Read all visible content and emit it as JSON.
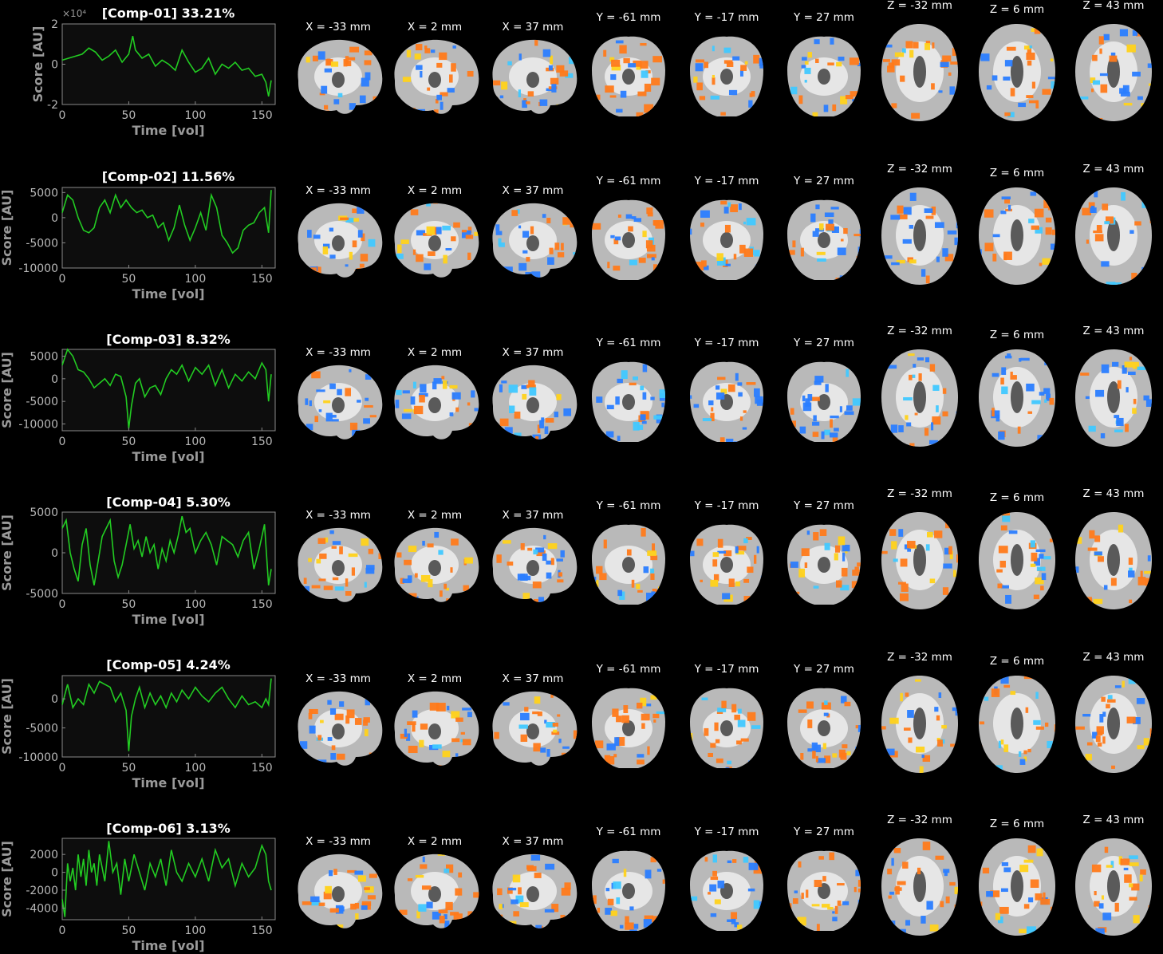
{
  "colors": {
    "background": "#000000",
    "panel": "#0d0d0d",
    "trace": "#22cc22",
    "warm": "#ff7a1a",
    "warm_hot": "#ffd21a",
    "cool": "#2a7dff",
    "cool_hot": "#40c8ff"
  },
  "slice_labels": [
    "X = -33 mm",
    "X = 2 mm",
    "X = 37 mm",
    "Y = -61 mm",
    "Y = -17 mm",
    "Y = 27 mm",
    "Z = -32 mm",
    "Z = 6 mm",
    "Z = 43 mm"
  ],
  "slice_views": [
    "sagittal",
    "sagittal",
    "sagittal",
    "coronal",
    "coronal",
    "coronal",
    "axial",
    "axial",
    "axial"
  ],
  "chart_data": [
    {
      "type": "line",
      "title": "[Comp-01] 33.21%",
      "xlabel": "Time [vol]",
      "ylabel": "Score [AU]",
      "xlim": [
        0,
        160
      ],
      "ylim": [
        -2,
        2
      ],
      "xticks": [
        "0",
        "50",
        "100",
        "150"
      ],
      "yticks": [
        "2",
        "0",
        "-2"
      ],
      "ytick_values": [
        2,
        0,
        -2
      ],
      "y_exponent": "×10⁴",
      "series": [
        {
          "x": [
            0,
            5,
            10,
            15,
            20,
            25,
            30,
            35,
            40,
            45,
            50,
            53,
            55,
            60,
            65,
            70,
            75,
            80,
            85,
            90,
            95,
            100,
            105,
            110,
            115,
            120,
            125,
            130,
            135,
            140,
            145,
            150,
            153,
            155,
            157
          ],
          "values": [
            0.2,
            0.3,
            0.4,
            0.5,
            0.8,
            0.6,
            0.2,
            0.4,
            0.7,
            0.1,
            0.5,
            1.4,
            0.7,
            0.3,
            0.5,
            -0.1,
            0.2,
            0.0,
            -0.3,
            0.7,
            0.1,
            -0.4,
            -0.2,
            0.3,
            -0.5,
            0.0,
            -0.2,
            0.1,
            -0.3,
            -0.2,
            -0.6,
            -0.5,
            -0.9,
            -1.6,
            -0.8
          ]
        }
      ]
    },
    {
      "type": "line",
      "title": "[Comp-02] 11.56%",
      "xlabel": "Time [vol]",
      "ylabel": "Score [AU]",
      "xlim": [
        0,
        160
      ],
      "ylim": [
        -10000,
        6000
      ],
      "xticks": [
        "0",
        "50",
        "100",
        "150"
      ],
      "yticks": [
        "5000",
        "0",
        "-5000",
        "-10000"
      ],
      "ytick_values": [
        5000,
        0,
        -5000,
        -10000
      ],
      "series": [
        {
          "x": [
            0,
            4,
            8,
            12,
            16,
            20,
            24,
            28,
            32,
            36,
            40,
            44,
            48,
            52,
            56,
            60,
            64,
            68,
            72,
            76,
            80,
            84,
            88,
            92,
            96,
            100,
            104,
            108,
            112,
            116,
            120,
            124,
            128,
            132,
            136,
            140,
            144,
            148,
            152,
            155,
            157
          ],
          "values": [
            1000,
            4500,
            3500,
            0,
            -2500,
            -3000,
            -2000,
            2000,
            3500,
            1000,
            4500,
            2000,
            3500,
            2000,
            1000,
            1500,
            0,
            500,
            -2000,
            -1000,
            -4500,
            -2000,
            2500,
            -1500,
            -4500,
            -2000,
            1000,
            -2500,
            4500,
            2000,
            -3500,
            -5000,
            -7000,
            -6000,
            -2500,
            -1500,
            -1000,
            1000,
            2000,
            -3000,
            5500
          ]
        }
      ]
    },
    {
      "type": "line",
      "title": "[Comp-03] 8.32%",
      "xlabel": "Time [vol]",
      "ylabel": "Score [AU]",
      "xlim": [
        0,
        160
      ],
      "ylim": [
        -11500,
        6500
      ],
      "xticks": [
        "0",
        "50",
        "100",
        "150"
      ],
      "yticks": [
        "5000",
        "0",
        "-5000",
        "-10000"
      ],
      "ytick_values": [
        5000,
        0,
        -5000,
        -10000
      ],
      "series": [
        {
          "x": [
            0,
            4,
            8,
            12,
            16,
            20,
            24,
            28,
            32,
            36,
            40,
            44,
            48,
            50,
            52,
            55,
            58,
            62,
            66,
            70,
            74,
            78,
            82,
            86,
            90,
            95,
            100,
            105,
            110,
            115,
            120,
            125,
            130,
            135,
            140,
            145,
            150,
            153,
            155,
            157
          ],
          "values": [
            3000,
            6500,
            5000,
            2000,
            1500,
            0,
            -2000,
            -1000,
            0,
            -1500,
            1000,
            500,
            -4000,
            -11000,
            -6000,
            -1000,
            0,
            -4000,
            -2000,
            -1500,
            -3500,
            0,
            2000,
            1000,
            3000,
            -500,
            2500,
            1000,
            3000,
            -1500,
            2000,
            -2000,
            1000,
            -500,
            1500,
            0,
            3500,
            2000,
            -5000,
            1000
          ]
        }
      ]
    },
    {
      "type": "line",
      "title": "[Comp-04] 5.30%",
      "xlabel": "Time [vol]",
      "ylabel": "Score [AU]",
      "xlim": [
        0,
        160
      ],
      "ylim": [
        -5000,
        5000
      ],
      "xticks": [
        "0",
        "50",
        "100",
        "150"
      ],
      "yticks": [
        "5000",
        "0",
        "-5000"
      ],
      "ytick_values": [
        5000,
        0,
        -5000
      ],
      "series": [
        {
          "x": [
            0,
            3,
            6,
            9,
            12,
            15,
            18,
            21,
            24,
            27,
            30,
            33,
            36,
            39,
            42,
            45,
            48,
            51,
            54,
            57,
            60,
            63,
            66,
            69,
            72,
            75,
            78,
            81,
            84,
            87,
            90,
            93,
            96,
            100,
            104,
            108,
            112,
            116,
            120,
            124,
            128,
            132,
            136,
            140,
            144,
            148,
            152,
            155,
            157
          ],
          "values": [
            3000,
            4000,
            0,
            -2000,
            -3500,
            1000,
            3000,
            -1500,
            -4000,
            -1000,
            2000,
            3000,
            4000,
            -1000,
            -3000,
            -1500,
            1000,
            3500,
            500,
            1500,
            -500,
            2000,
            0,
            1000,
            -2000,
            500,
            -1000,
            1500,
            0,
            2000,
            4500,
            2500,
            3000,
            0,
            1500,
            2500,
            1000,
            -1500,
            2000,
            1500,
            1000,
            -500,
            1500,
            2500,
            -2000,
            500,
            3500,
            -4000,
            -2000
          ]
        }
      ]
    },
    {
      "type": "line",
      "title": "[Comp-05] 4.24%",
      "xlabel": "Time [vol]",
      "ylabel": "Score [AU]",
      "xlim": [
        0,
        160
      ],
      "ylim": [
        -10000,
        4000
      ],
      "xticks": [
        "0",
        "50",
        "100",
        "150"
      ],
      "yticks": [
        "0",
        "-5000",
        "-10000"
      ],
      "ytick_values": [
        0,
        -5000,
        -10000
      ],
      "series": [
        {
          "x": [
            0,
            4,
            8,
            12,
            16,
            20,
            24,
            28,
            32,
            36,
            40,
            44,
            48,
            50,
            52,
            55,
            58,
            62,
            66,
            70,
            74,
            78,
            82,
            86,
            90,
            95,
            100,
            105,
            110,
            115,
            120,
            125,
            130,
            135,
            140,
            145,
            150,
            153,
            155,
            157
          ],
          "values": [
            -1000,
            2500,
            -1500,
            0,
            -1000,
            2500,
            1000,
            3000,
            2500,
            2000,
            -500,
            1000,
            -2000,
            -9000,
            -3000,
            0,
            2000,
            -1500,
            1000,
            -1000,
            500,
            -1500,
            1000,
            -500,
            1500,
            0,
            2000,
            500,
            -500,
            1000,
            2000,
            0,
            -1500,
            500,
            -1000,
            -500,
            -1500,
            0,
            -1000,
            3500
          ]
        }
      ]
    },
    {
      "type": "line",
      "title": "[Comp-06] 3.13%",
      "xlabel": "Time [vol]",
      "ylabel": "Score [AU]",
      "xlim": [
        0,
        160
      ],
      "ylim": [
        -5300,
        3800
      ],
      "xticks": [
        "0",
        "50",
        "100",
        "150"
      ],
      "yticks": [
        "2000",
        "0",
        "-2000",
        "-4000"
      ],
      "ytick_values": [
        2000,
        0,
        -2000,
        -4000
      ],
      "series": [
        {
          "x": [
            0,
            2,
            4,
            6,
            8,
            10,
            12,
            14,
            16,
            18,
            20,
            22,
            24,
            26,
            28,
            30,
            32,
            35,
            38,
            41,
            44,
            47,
            50,
            54,
            58,
            62,
            66,
            70,
            74,
            78,
            82,
            86,
            90,
            95,
            100,
            105,
            110,
            115,
            120,
            125,
            130,
            135,
            140,
            145,
            150,
            153,
            155,
            157
          ],
          "values": [
            -3000,
            -5000,
            1000,
            -1000,
            500,
            -2000,
            2000,
            -500,
            1500,
            -1500,
            2500,
            0,
            1000,
            -1500,
            2000,
            500,
            -1000,
            3500,
            0,
            1000,
            -2500,
            1500,
            -1000,
            2000,
            0,
            -2000,
            1000,
            -500,
            1500,
            -1500,
            2500,
            0,
            -1000,
            1000,
            -500,
            1500,
            -1000,
            2500,
            500,
            1500,
            -1500,
            1000,
            -500,
            500,
            3000,
            2000,
            -1000,
            -2000
          ]
        }
      ]
    }
  ]
}
